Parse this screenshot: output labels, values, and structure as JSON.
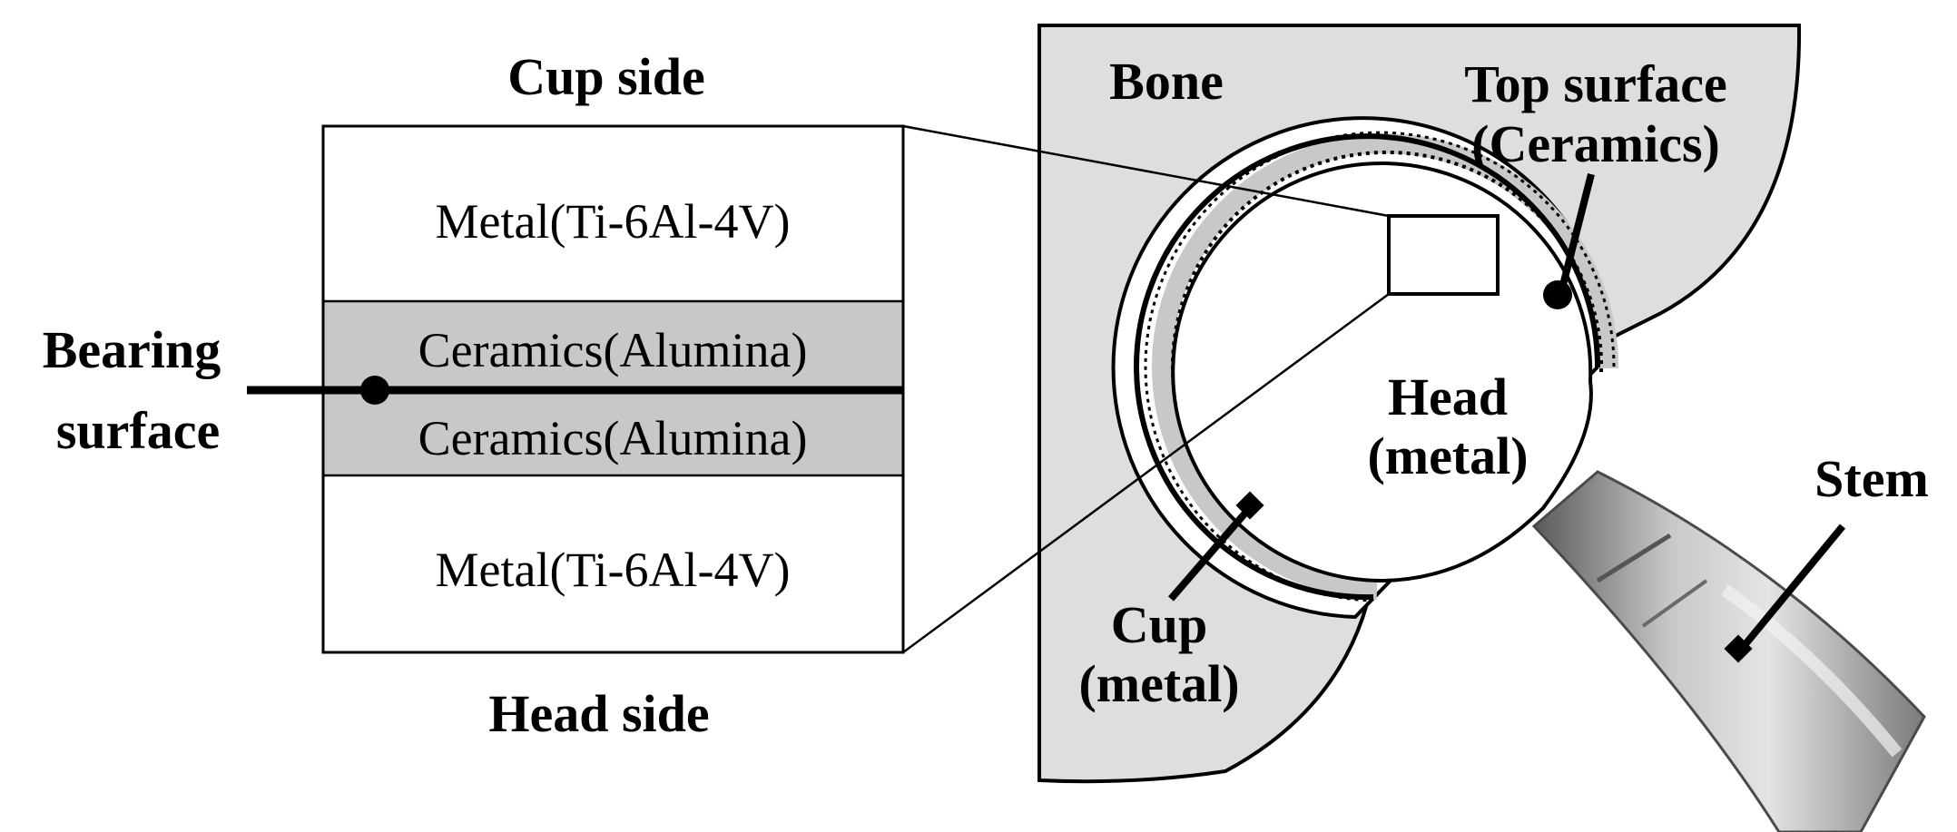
{
  "labels": {
    "cup_side": "Cup side",
    "head_side": "Head side",
    "bearing_surface_line1": "Bearing",
    "bearing_surface_line2": "surface",
    "bone": "Bone",
    "top_surface_line1": "Top surface",
    "top_surface_line2": "(Ceramics)",
    "head_line1": "Head",
    "head_line2": "(metal)",
    "cup_line1": "Cup",
    "cup_line2": "(metal)",
    "stem": "Stem"
  },
  "layers": [
    {
      "name": "Metal(Ti-6Al-4V)",
      "fill": "#ffffff"
    },
    {
      "name": "Ceramics(Alumina)",
      "fill": "#c8c8c8"
    },
    {
      "name": "Ceramics(Alumina)",
      "fill": "#c8c8c8"
    },
    {
      "name": "Metal(Ti-6Al-4V)",
      "fill": "#ffffff"
    }
  ],
  "colors": {
    "bone": "#dedede",
    "ceramic": "#c8c8c8",
    "ink": "#000000",
    "stem": "#9a9a9a"
  }
}
